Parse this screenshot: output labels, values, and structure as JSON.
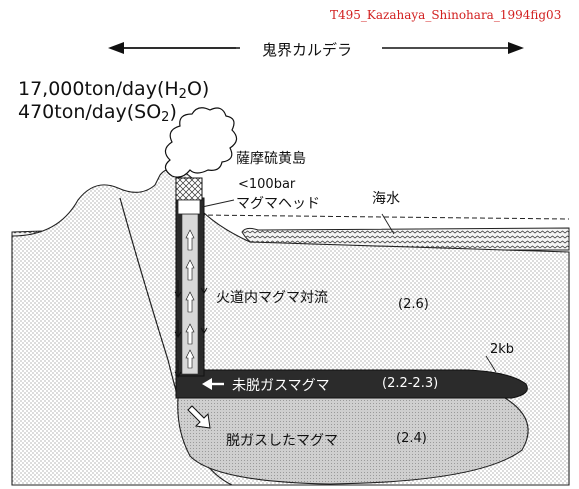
{
  "reference": "T495_Kazahaya_Shinohara_1994fig03",
  "caldera_label": "鬼界カルデラ",
  "emission": {
    "line1_prefix": "17,000ton/day(H",
    "line1_sub": "2",
    "line1_suffix": "O)",
    "line2_prefix": "470ton/day(SO",
    "line2_sub": "2",
    "line2_suffix": ")"
  },
  "island_label": "薩摩硫黄島",
  "pressure_label": "<100bar",
  "magma_head_label": "マグマヘッド",
  "seawater_label": "海水",
  "convection_label": "火道内マグマ対流",
  "density_crust": "(2.6)",
  "pressure_depth_label": "2kb",
  "undegassed_label": "未脱ガスマグマ",
  "undegassed_density": "(2.2-2.3)",
  "degassed_label": "脱ガスしたマグマ",
  "degassed_density": "(2.4)",
  "colors": {
    "reference_text": "#d21f1f",
    "ink": "#111111",
    "magma_dark": "#2b2b2b",
    "degassed_fill": "#cfcfcf",
    "conduit_fill": "#d8d8d8"
  }
}
